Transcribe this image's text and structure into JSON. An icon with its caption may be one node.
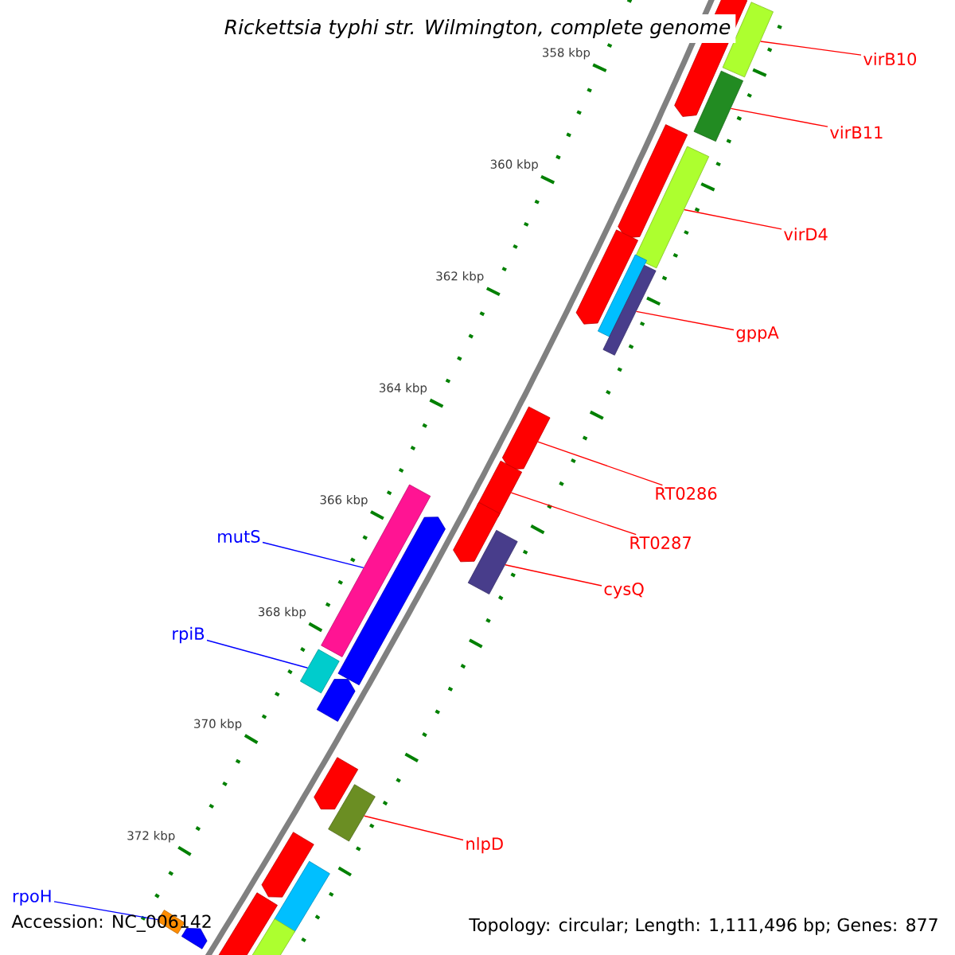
{
  "diagram": {
    "title": "Rickettsia typhi str. Wilmington, complete genome",
    "nodes": [
      {
        "text": [],
        "shape": "bar"
      },
      {
        "text": [],
        "shape": "bar"
      },
      {
        "text": [],
        "shape": "bar"
      },
      {
        "text": [],
        "shape": "bar"
      },
      {
        "text": [],
        "shape": "bar"
      },
      {
        "text": [],
        "shape": "bar"
      },
      {
        "text": [],
        "shape": "bar"
      },
      {
        "text": [],
        "shape": "bar"
      },
      {
        "text": [],
        "shape": "bar"
      },
      {
        "text": [],
        "shape": "bar"
      },
      {
        "text": [],
        "shape": "bar"
      },
      {
        "text": [],
        "shape": "bar"
      },
      {
        "text": [],
        "shape": "bar"
      },
      {
        "text": [],
        "shape": "bar"
      },
      {
        "text": [],
        "shape": "bar"
      },
      {
        "text": [],
        "shape": "bar"
      },
      {
        "text": [],
        "shape": "bar"
      },
      {
        "text": [],
        "shape": "bar"
      },
      {
        "text": [],
        "shape": "bar"
      },
      {
        "text": [],
        "shape": "bar"
      },
      {
        "text": [],
        "shape": "bar"
      },
      {
        "text": [],
        "shape": "bar"
      },
      {
        "text": [],
        "shape": "bar"
      },
      {
        "text": [],
        "shape": "bar"
      },
      {
        "text": [
          "virB10"
        ]
      },
      {
        "text": [
          "virB11"
        ]
      },
      {
        "text": [
          "virD4"
        ]
      },
      {
        "text": [
          "gppA"
        ]
      },
      {
        "text": [
          "RT0286"
        ]
      },
      {
        "text": [
          "RT0287"
        ]
      },
      {
        "text": [
          "cysQ"
        ]
      },
      {
        "text": [
          "mutS"
        ]
      },
      {
        "text": [
          "rpiB"
        ]
      },
      {
        "text": [
          "nlpD"
        ]
      },
      {
        "text": [
          "rpoH"
        ]
      }
    ],
    "edges": [
      {
        "from": 24,
        "to": 1,
        "arrow": "none"
      },
      {
        "from": 25,
        "to": 2,
        "arrow": "none"
      },
      {
        "from": 26,
        "to": 5,
        "arrow": "none"
      },
      {
        "from": 27,
        "to": 7,
        "arrow": "none"
      },
      {
        "from": 28,
        "to": 8,
        "arrow": "none"
      },
      {
        "from": 29,
        "to": 9,
        "arrow": "none"
      },
      {
        "from": 30,
        "to": 11,
        "arrow": "none"
      },
      {
        "from": 31,
        "to": 12,
        "arrow": "none",
        "color": "#0000ff"
      },
      {
        "from": 32,
        "to": 14,
        "arrow": "none",
        "color": "#0000ff"
      },
      {
        "from": 33,
        "to": 17,
        "arrow": "none"
      },
      {
        "from": 34,
        "to": 22,
        "arrow": "none",
        "color": "#0000ff"
      }
    ],
    "labels": [
      "358 kbp",
      "360 kbp",
      "362 kbp",
      "364 kbp",
      "366 kbp",
      "368 kbp",
      "370 kbp",
      "372 kbp",
      "Accession: NC_006142",
      "Topology: circular; Length: 1,111,496 bp; Genes: 877"
    ]
  }
}
